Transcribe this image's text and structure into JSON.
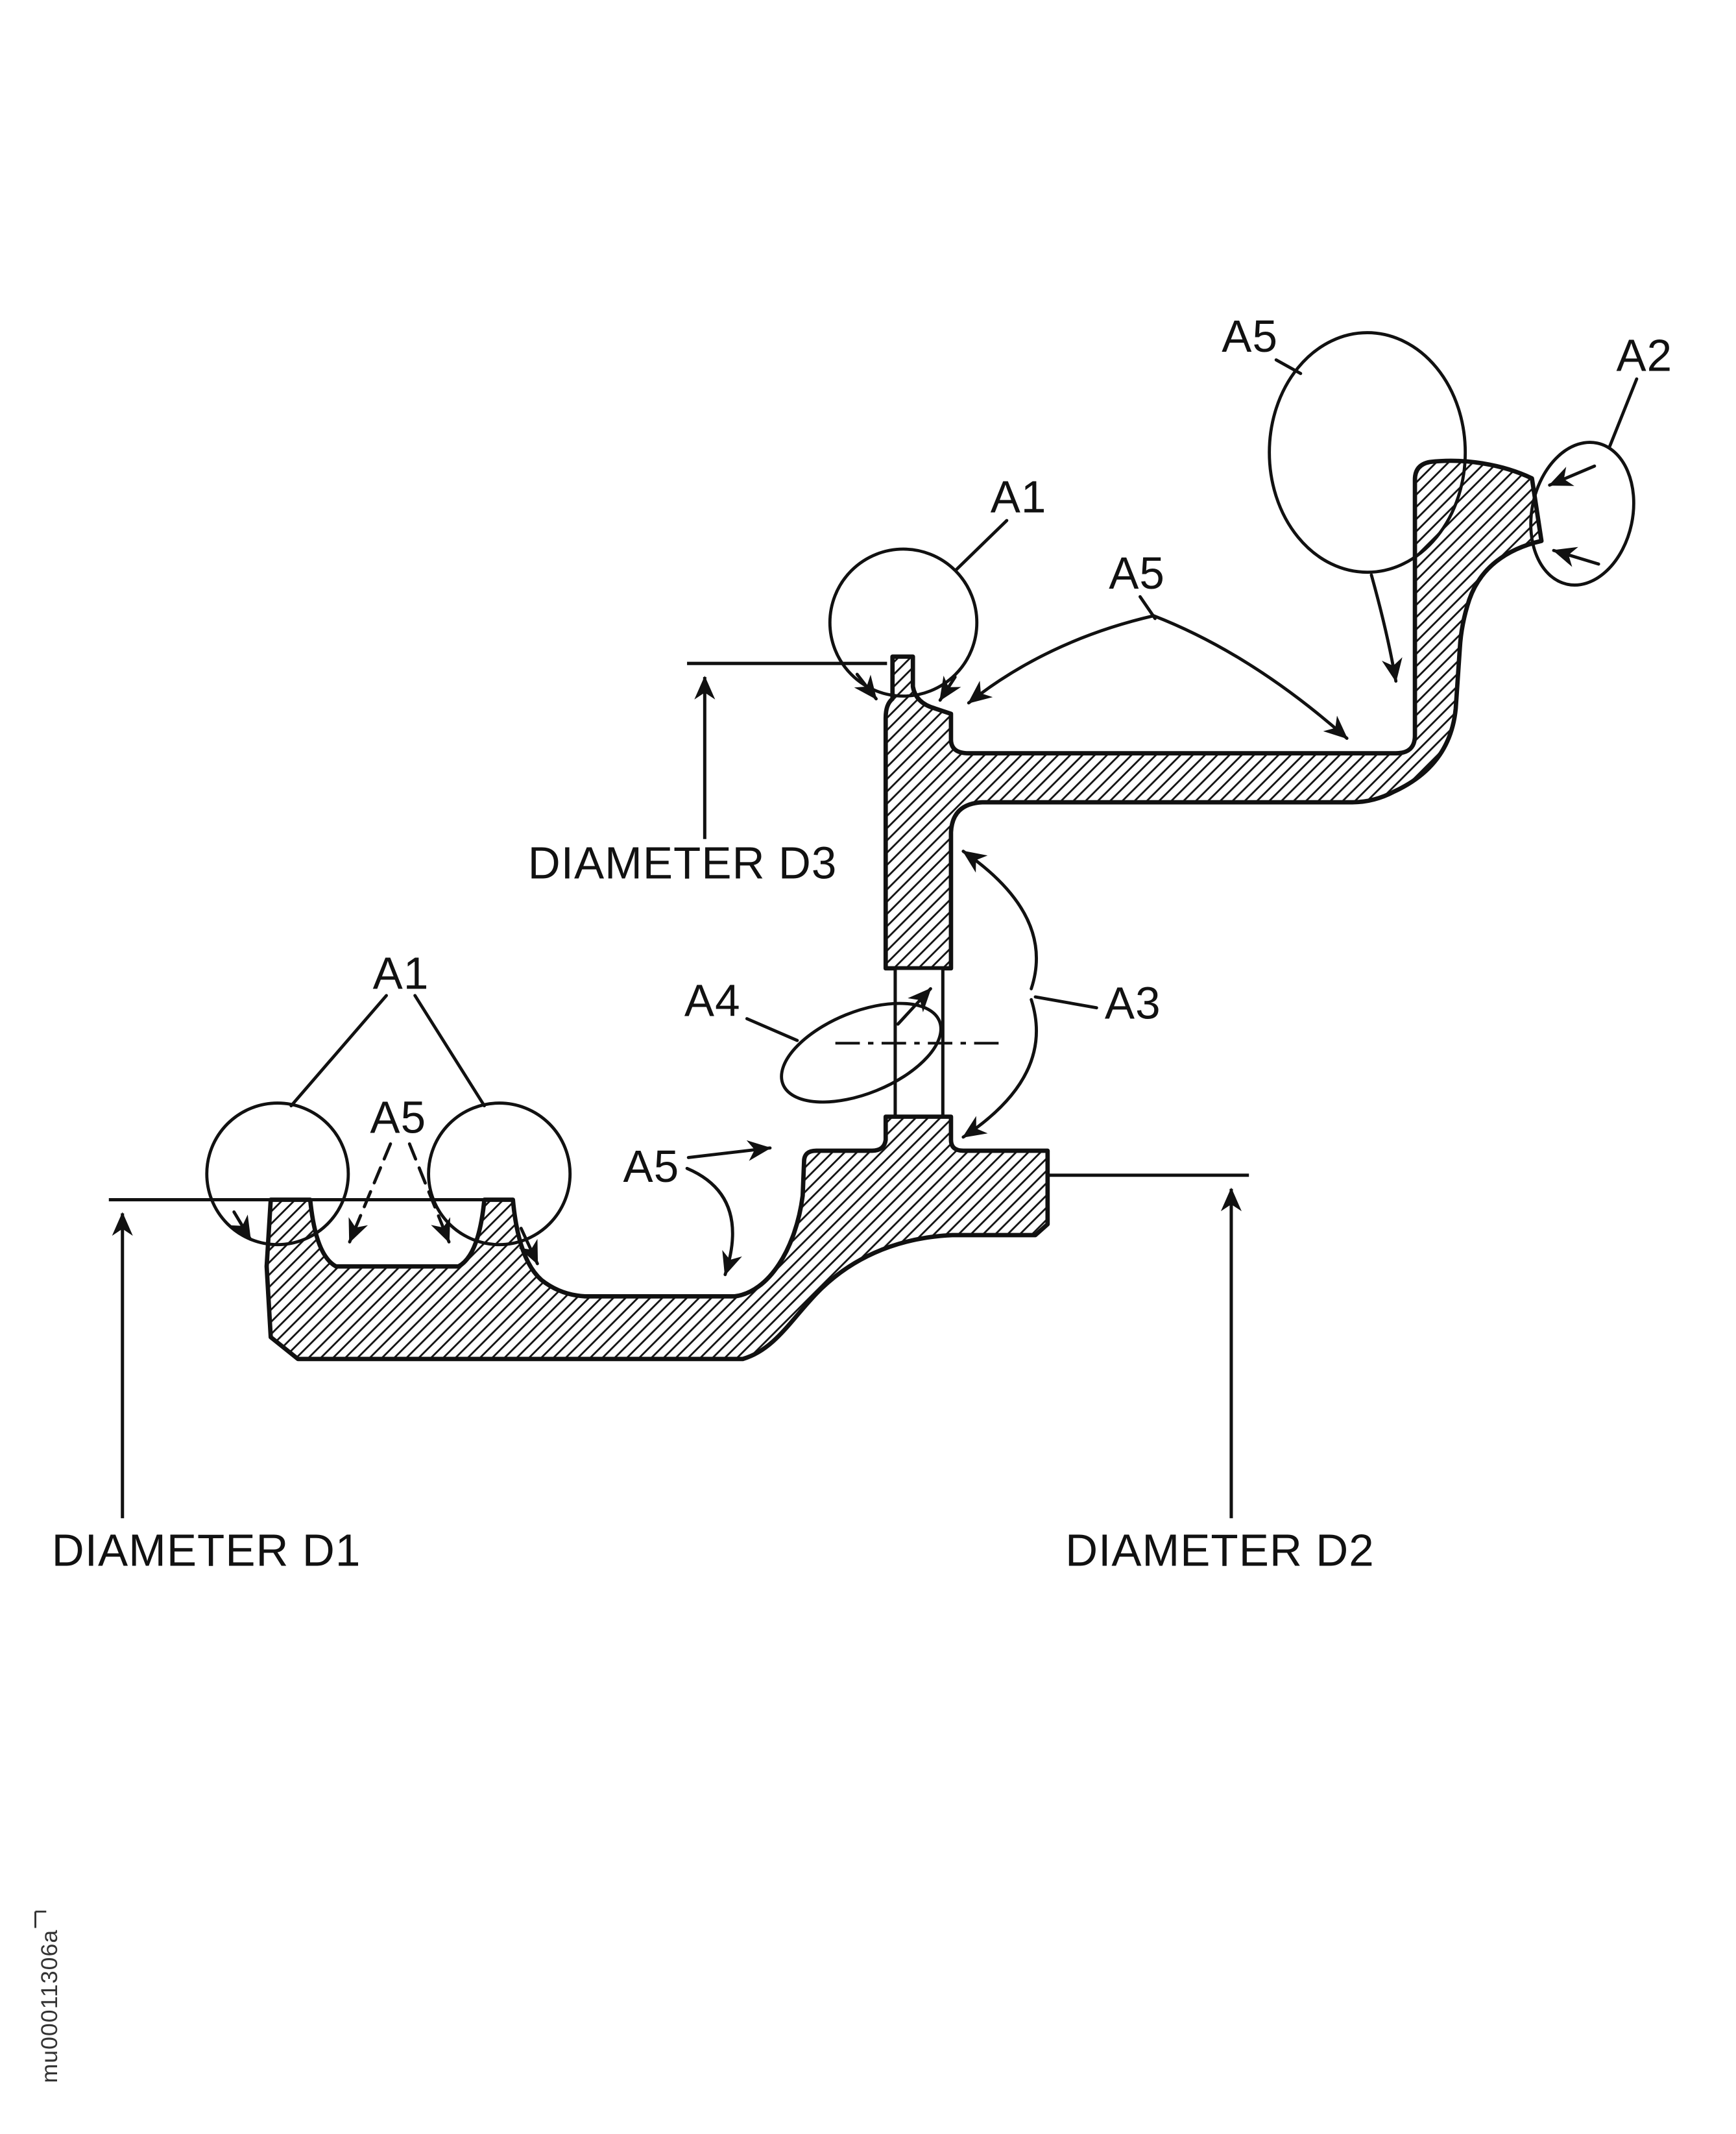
{
  "figure": {
    "kind": "patent-style cross-section drawing of a stepped wheel/rim component with radius and diameter callouts",
    "labels": {
      "a5_top": "A5",
      "a2": "A2",
      "a1_top": "A1",
      "a5_upper": "A5",
      "d3": "DIAMETER D3",
      "a1_lower": "A1",
      "a4": "A4",
      "a3": "A3",
      "a5_mid": "A5",
      "a5_lower": "A5",
      "d1": "DIAMETER D1",
      "d2": "DIAMETER D2"
    },
    "watermark": "mu00011306a",
    "colors": {
      "ink": "#111111",
      "paper": "#ffffff"
    }
  }
}
